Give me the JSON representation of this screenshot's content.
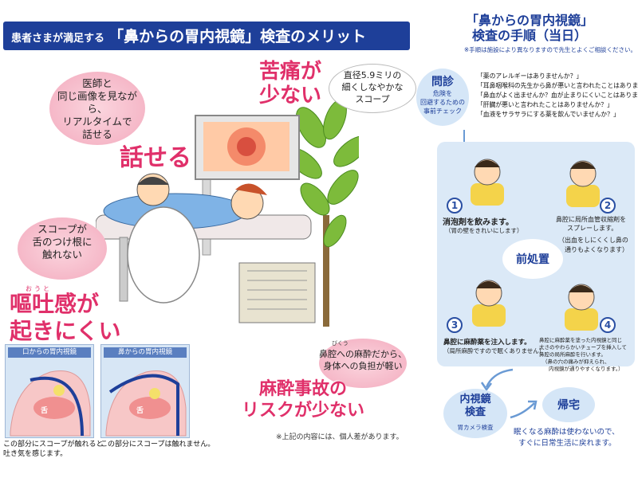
{
  "banner": {
    "prefix": "患者さまが満足する",
    "main": "「鼻からの胃内視鏡」検査のメリット"
  },
  "benefits": {
    "talk": {
      "bubble": [
        "医師と",
        "同じ画像を見ながら、",
        "リアルタイムで",
        "話せる"
      ],
      "heading": "話せる"
    },
    "pain": {
      "heading_line1": "苦痛が",
      "heading_line2": "少ない",
      "bubble": [
        "直径5.9ミリの",
        "細くしなやかな",
        "スコープ"
      ]
    },
    "tongue": {
      "bubble": [
        "スコープが",
        "舌のつけ根に",
        "触れない"
      ]
    },
    "nausea": {
      "ruby": "おうと",
      "heading_line1": "嘔吐感が",
      "heading_line2": "起きにくい"
    },
    "anesthesia": {
      "bubble_ruby": "びくう",
      "bubble": [
        "鼻腔への麻酔だから、",
        "身体への負担が軽い"
      ],
      "heading_line1": "麻酔事故の",
      "heading_line2": "リスクが少ない"
    }
  },
  "comparison": {
    "mouth_title": "口からの胃内視鏡",
    "nose_title": "鼻からの胃内視鏡",
    "tongue_label": "舌",
    "mouth_caption": [
      "この部分にスコープが触れると",
      "吐き気を感じます。"
    ],
    "nose_caption": "この部分にスコープは触れません。"
  },
  "footnote": "※上記の内容には、個人差があります。",
  "procedure": {
    "title_line1": "「鼻からの胃内視鏡」",
    "title_line2": "検査の手順（当日）",
    "note": "※手順は施設により異なりますので先生とよくご相談ください。",
    "interview": {
      "label": "問診",
      "desc": [
        "危険を",
        "回避するための",
        "事前チェック"
      ]
    },
    "questions": [
      "「薬のアレルギーはありませんか？」",
      "「耳鼻咽喉科の先生から鼻が悪いと言われたことはありませんか？」",
      "「鼻血がよく出ませんか？血が止まりにくいことはありませんか？」",
      "「肝臓が悪いと言われたことはありませんか？」",
      "「血液をサラサラにする薬を飲んでいませんか？」"
    ],
    "pre_label": "前処置",
    "steps": [
      {
        "num": "1",
        "text": "消泡剤を飲みます。",
        "sub": "（胃の壁をきれいにします）"
      },
      {
        "num": "2",
        "text": "鼻腔に局所血管収縮剤を",
        "text2": "スプレーします。",
        "sub": "（出血をしにくくし鼻の",
        "sub2": "通りもよくなります）"
      },
      {
        "num": "3",
        "text": "鼻腔に麻酔薬を注入します。",
        "sub": "（局所麻酔ですので眠くありません）"
      },
      {
        "num": "4",
        "text": "鼻腔に麻酔薬を塗った内視鏡と同じ",
        "text2": "太さのやわらかいチューブを挿入して",
        "text3": "鼻腔の局所麻酔を行います。",
        "sub": "（鼻の穴の痛みが抑えられ、",
        "sub2": "内視鏡が通りやすくなります。）"
      }
    ],
    "exam": {
      "label_line1": "内視鏡",
      "label_line2": "検査",
      "sub": "胃カメラ検査"
    },
    "home": {
      "label": "帰宅",
      "desc": [
        "眠くなる麻酔は使わないので、",
        "すぐに日常生活に戻れます。"
      ]
    }
  },
  "colors": {
    "navy": "#1e3f99",
    "pink": "#e0306a",
    "lightblue": "#dbe9f7",
    "bubble_pink": "#f6bccb"
  }
}
